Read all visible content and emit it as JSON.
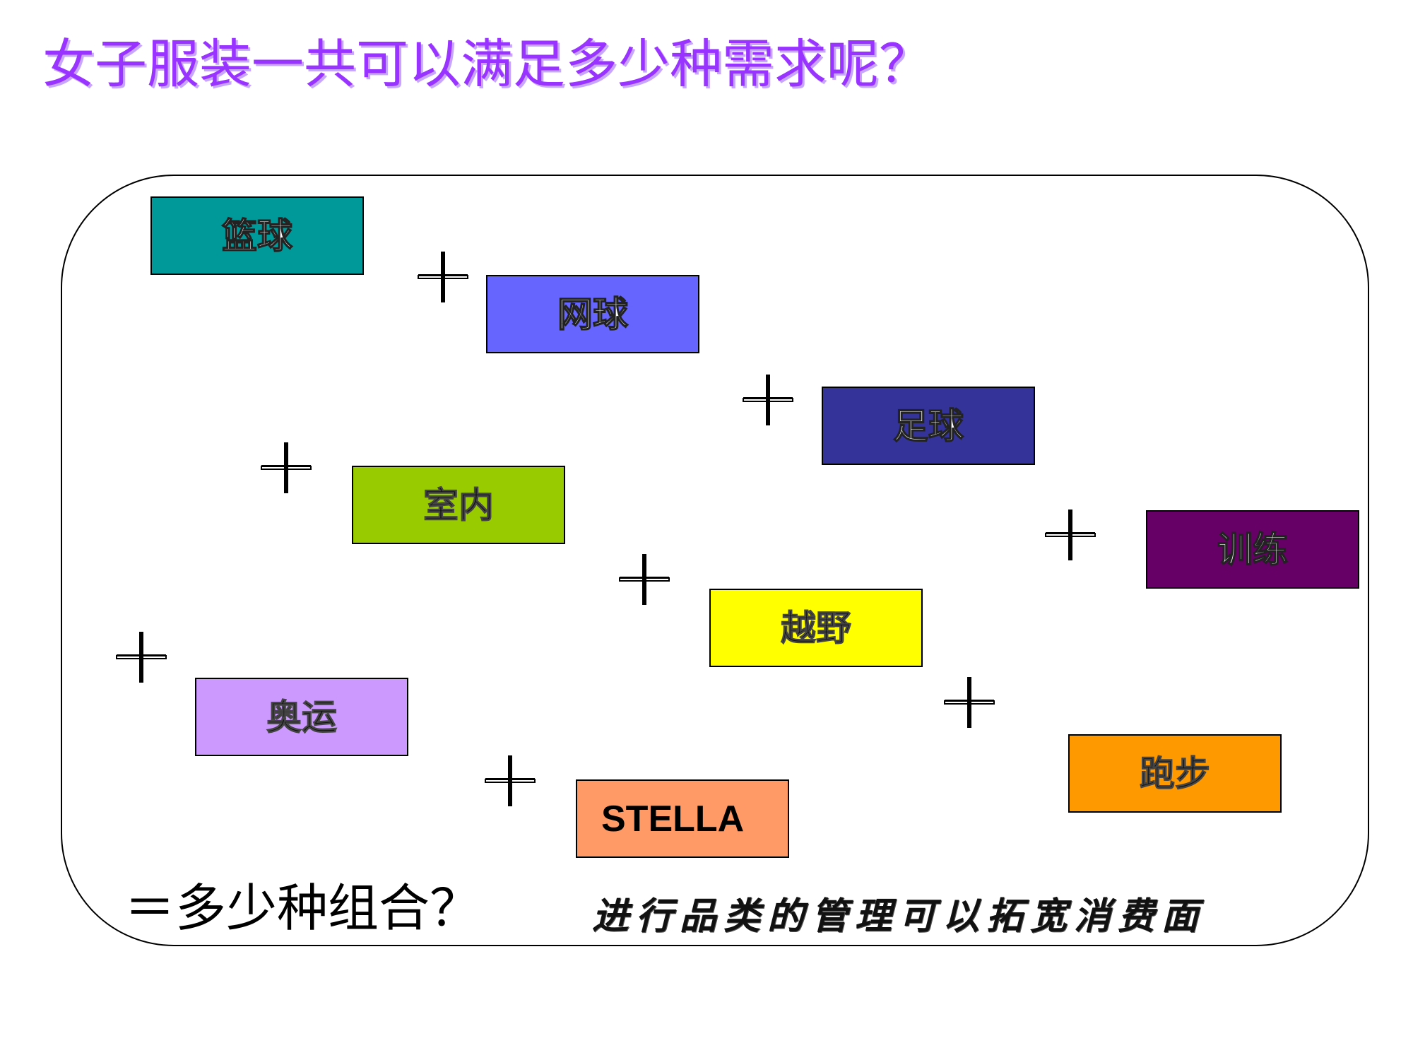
{
  "title": "女子服装一共可以满足多少种需求呢？",
  "categories": [
    {
      "label": "篮球",
      "color": "#009999"
    },
    {
      "label": "网球",
      "color": "#6666ff"
    },
    {
      "label": "足球",
      "color": "#333399"
    },
    {
      "label": "室内",
      "color": "#99cc00"
    },
    {
      "label": "训练",
      "color": "#660066"
    },
    {
      "label": "越野",
      "color": "#ffff00"
    },
    {
      "label": "奥运",
      "color": "#cc99ff"
    },
    {
      "label": "跑步",
      "color": "#ff9900"
    },
    {
      "label": "STELLA",
      "color": "#ff9966"
    }
  ],
  "operator_symbol": "+",
  "question": "＝多少种组合？",
  "conclusion": "进行品类的管理可以拓宽消费面"
}
